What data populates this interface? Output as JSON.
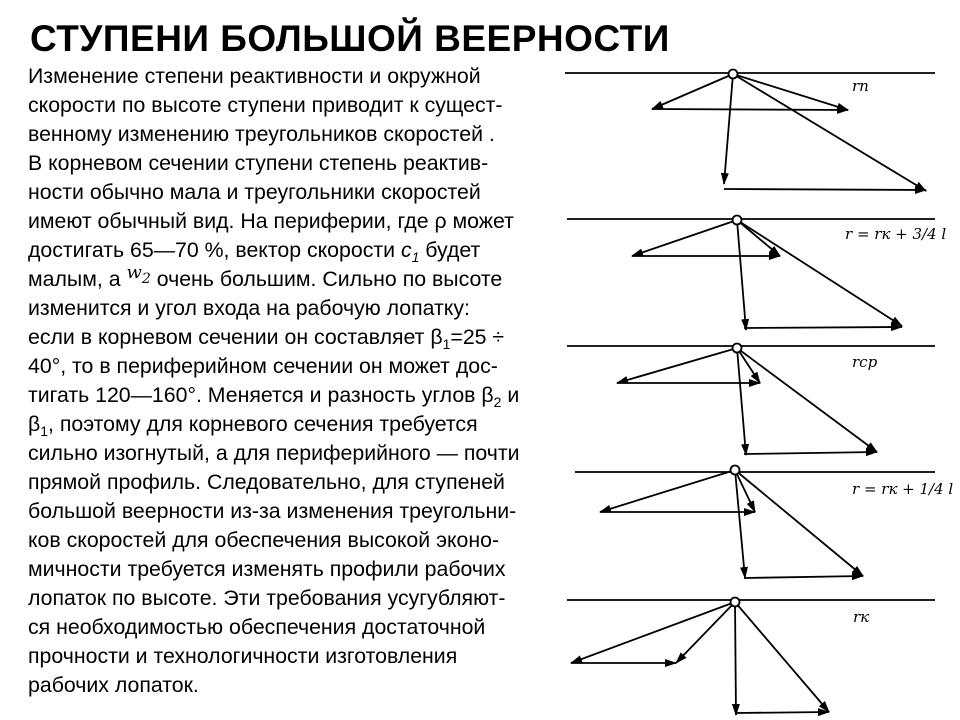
{
  "title": "СТУПЕНИ БОЛЬШОЙ ВЕЕРНОСТИ",
  "body": {
    "l1": "Изменение степени реактивности и окружной",
    "l2": "скорости по высоте ступени приводит к сущест-",
    "l3": "венному изменению треугольников скоростей .",
    "l4": "В корневом сечении ступени степень реактив-",
    "l5": "ности обычно мала и треугольники скоростей",
    "l6": "имеют обычный вид. На периферии, где ρ может",
    "l7a": "достигать 65—70 %, вектор скорости ",
    "l7c": "c",
    "l7sub": "1",
    "l7b": " будет",
    "l8a": "малым, а ",
    "l8w": "w",
    "l8wsub": "2",
    "l8b": " очень большим. Сильно по высоте",
    "l9": "изменится и угол входа на рабочую лопатку:",
    "l10a": "если в корневом сечении он составляет β",
    "l10sub": "1",
    "l10b": "=25 ÷",
    "l11": "40°, то в периферийном сечении он может дос-",
    "l12a": "тигать 120—160°. Меняется и разность углов β",
    "l12sub": "2",
    "l12b": " и",
    "l13a": "β",
    "l13sub": "1",
    "l13b": ", поэтому для корневого сечения требуется",
    "l14": "сильно изогнутый, а для периферийного — почти",
    "l15": "прямой профиль. Следовательно, для ступеней",
    "l16": "большой веерности из-за изменения треугольни-",
    "l17": "ков скоростей для обеспечения высокой эконо-",
    "l18": "мичности требуется изменять профили рабочих",
    "l19": "лопаток по высоте. Эти требования усугубляют-",
    "l20": "ся необходимостью обеспечения достаточной",
    "l21": "прочности и технологичности изготовления",
    "l22": "рабочих лопаток."
  },
  "sections": [
    {
      "label": "rп"
    },
    {
      "label": "r = rк + 3/4 l"
    },
    {
      "label": "rср"
    },
    {
      "label": "r = rк + 1/4 l"
    },
    {
      "label": "rк"
    }
  ]
}
